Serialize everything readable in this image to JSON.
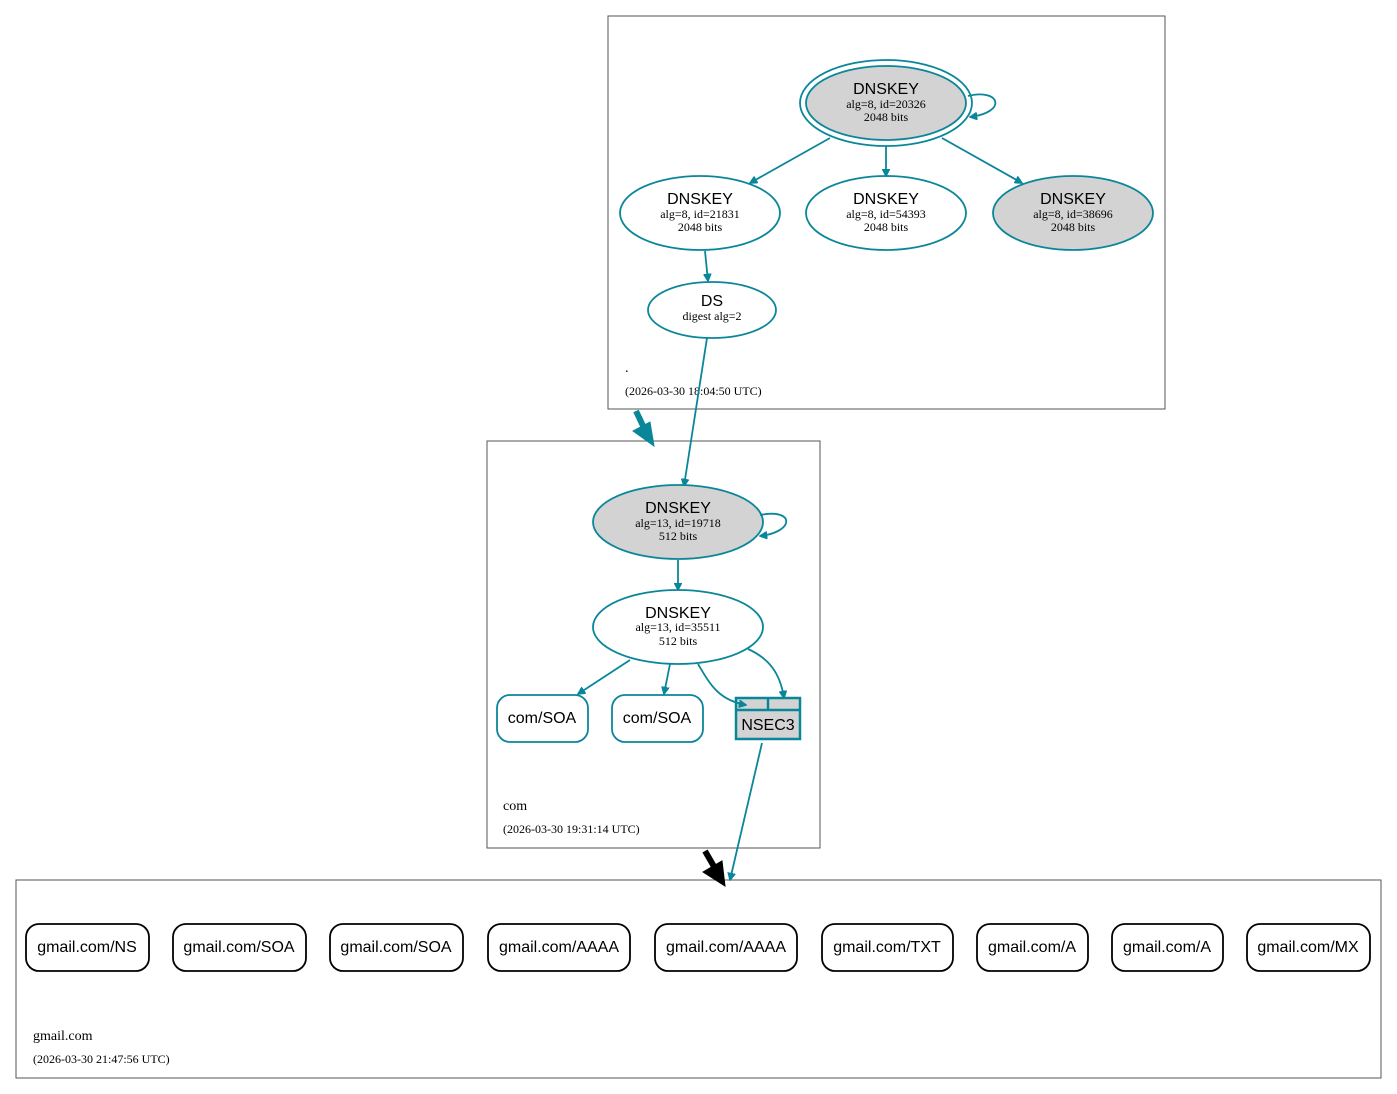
{
  "colors": {
    "link": "#0a869a",
    "key_fill_signing": "#d3d3d3",
    "key_fill_plain": "#ffffff",
    "insecure_link": "#000000",
    "zone_border": "#555555"
  },
  "zones": {
    "root": {
      "name": ".",
      "timestamp": "(2026-03-30 18:04:50 UTC)",
      "ksk": {
        "title": "DNSKEY",
        "params": "alg=8, id=20326",
        "size": "2048 bits"
      },
      "zsk1": {
        "title": "DNSKEY",
        "params": "alg=8, id=21831",
        "size": "2048 bits"
      },
      "zsk2": {
        "title": "DNSKEY",
        "params": "alg=8, id=54393",
        "size": "2048 bits"
      },
      "zsk3": {
        "title": "DNSKEY",
        "params": "alg=8, id=38696",
        "size": "2048 bits"
      },
      "ds": {
        "title": "DS",
        "params": "digest alg=2"
      }
    },
    "com": {
      "name": "com",
      "timestamp": "(2026-03-30 19:31:14 UTC)",
      "ksk": {
        "title": "DNSKEY",
        "params": "alg=13, id=19718",
        "size": "512 bits"
      },
      "zsk": {
        "title": "DNSKEY",
        "params": "alg=13, id=35511",
        "size": "512 bits"
      },
      "rrsets": [
        "com/SOA",
        "com/SOA"
      ],
      "nsec3": "NSEC3"
    },
    "gmail": {
      "name": "gmail.com",
      "timestamp": "(2026-03-30 21:47:56 UTC)",
      "rrsets": [
        "gmail.com/NS",
        "gmail.com/SOA",
        "gmail.com/SOA",
        "gmail.com/AAAA",
        "gmail.com/AAAA",
        "gmail.com/TXT",
        "gmail.com/A",
        "gmail.com/A",
        "gmail.com/MX"
      ]
    }
  }
}
